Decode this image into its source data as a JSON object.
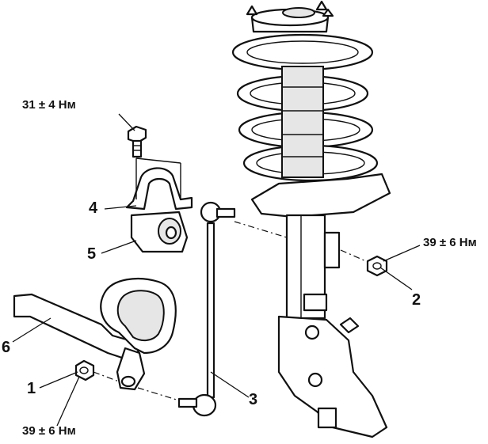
{
  "callouts": {
    "c1": "1",
    "c2": "2",
    "c3": "3",
    "c4": "4",
    "c5": "5",
    "c6": "6"
  },
  "torques": {
    "top_bolt": "31 ± 4 Нм",
    "right_nut": "39 ± 6 Нм",
    "bottom_nut": "39 ± 6 Нм"
  }
}
